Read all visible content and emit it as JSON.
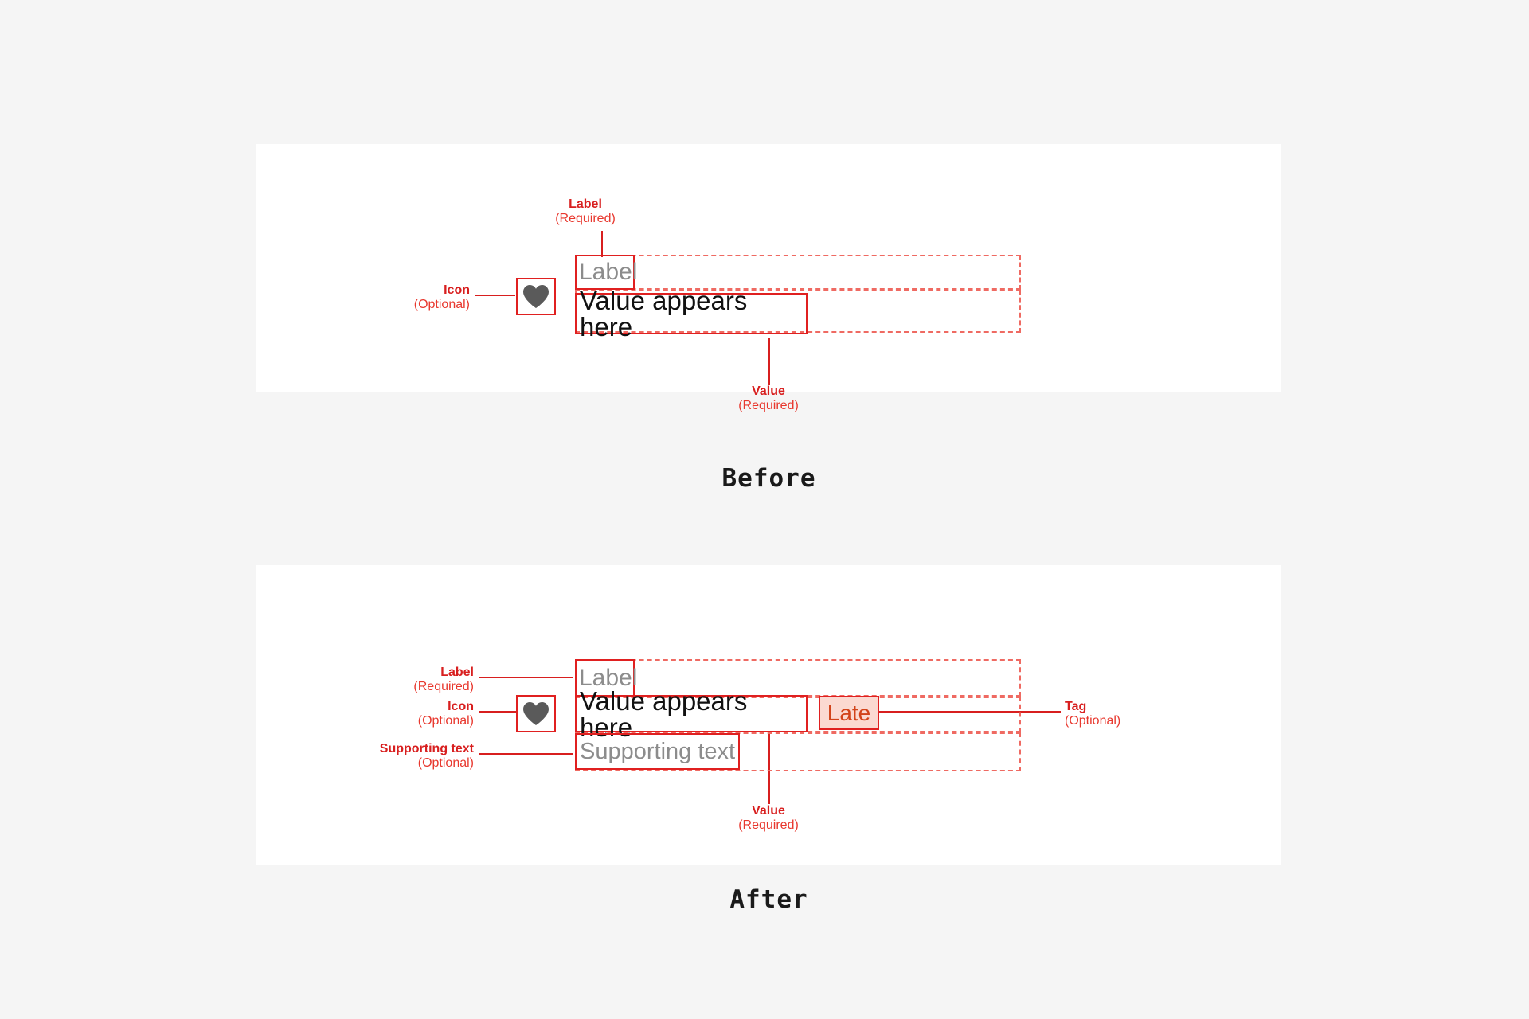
{
  "theme": {
    "page_bg": "#f5f5f5",
    "card_bg": "#ffffff",
    "annotation_red": "#d81f1f",
    "spec_dash_red": "#ef6a62",
    "box_red": "#e02020",
    "placeholder_gray": "#8c8c8c",
    "value_black": "#111111",
    "icon_gray": "#5a5a5a",
    "tag_bg": "#fbd9d1",
    "tag_text": "#d2431a"
  },
  "sections": [
    {
      "id": "before",
      "caption": "Before",
      "annotations": [
        {
          "id": "label",
          "strong": "Label",
          "sub": "(Required)"
        },
        {
          "id": "icon",
          "strong": "Icon",
          "sub": "(Optional)"
        },
        {
          "id": "value",
          "strong": "Value",
          "sub": "(Required)"
        }
      ],
      "fields": {
        "label": "Label",
        "value": "Value appears here",
        "icon": "heart-icon"
      }
    },
    {
      "id": "after",
      "caption": "After",
      "annotations": [
        {
          "id": "label",
          "strong": "Label",
          "sub": "(Required)"
        },
        {
          "id": "icon",
          "strong": "Icon",
          "sub": "(Optional)"
        },
        {
          "id": "supporting",
          "strong": "Supporting text",
          "sub": "(Optional)"
        },
        {
          "id": "value",
          "strong": "Value",
          "sub": "(Required)"
        },
        {
          "id": "tag",
          "strong": "Tag",
          "sub": "(Optional)"
        }
      ],
      "fields": {
        "label": "Label",
        "value": "Value appears here",
        "supporting": "Supporting text",
        "tag": "Late",
        "icon": "heart-icon"
      }
    }
  ]
}
